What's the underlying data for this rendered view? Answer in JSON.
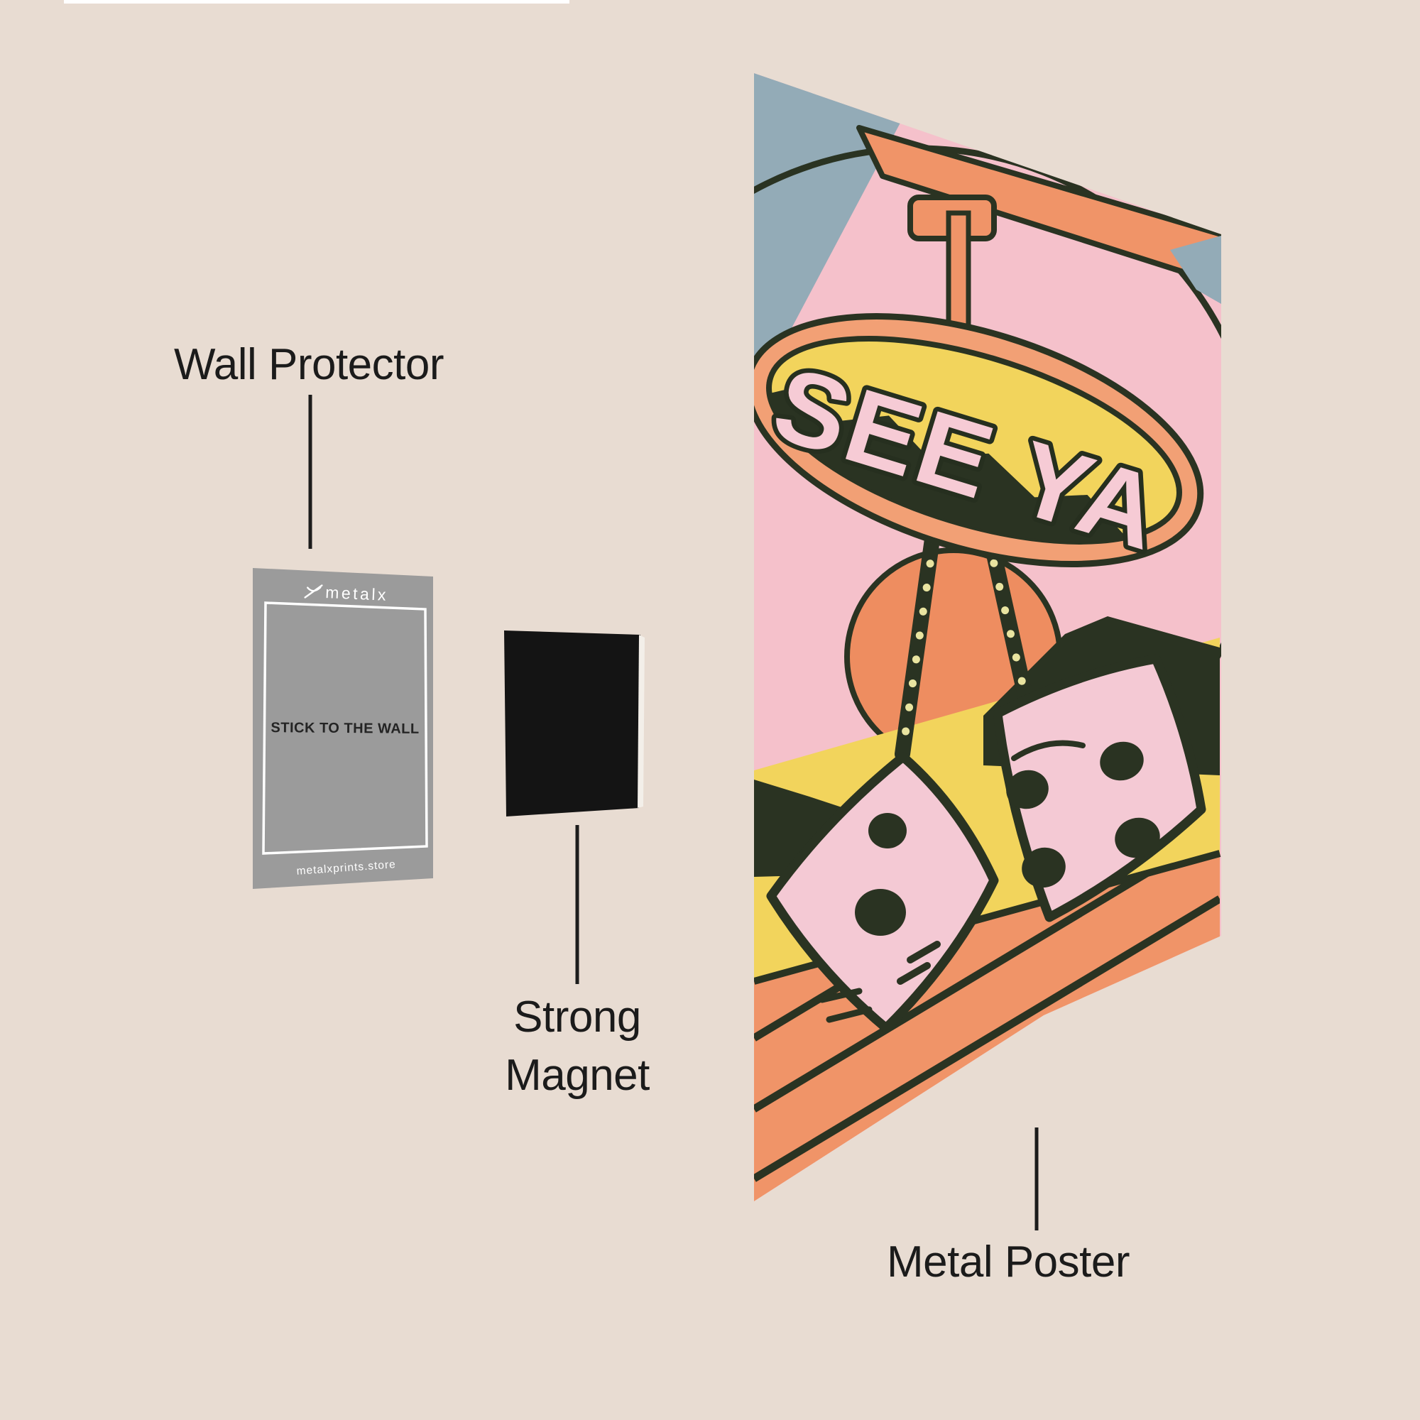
{
  "page": {
    "background_color": "#e8dcd2",
    "top_strip_color": "#ffffff"
  },
  "labels": {
    "wall_protector": "Wall Protector",
    "strong_magnet_line1": "Strong",
    "strong_magnet_line2": "Magnet",
    "metal_poster": "Metal Poster"
  },
  "card": {
    "brand": "metalx",
    "instruction": "STICK TO THE WALL",
    "website": "metalxprints.store",
    "color": "#9b9b9b",
    "frame_color": "#ffffff"
  },
  "magnet": {
    "color": "#141414"
  },
  "poster": {
    "sign_text": "SEE YA",
    "colors": {
      "sky_pink": "#f5c1cb",
      "orange": "#f09468",
      "sun_orange": "#ee8d60",
      "rim_orange": "#f2a075",
      "yellow": "#f2d45c",
      "outline_dark": "#2a3322",
      "sky_blue": "#93abb7",
      "dice_pink": "#f4c9d4",
      "chain_dot": "#e9e4a0"
    }
  }
}
